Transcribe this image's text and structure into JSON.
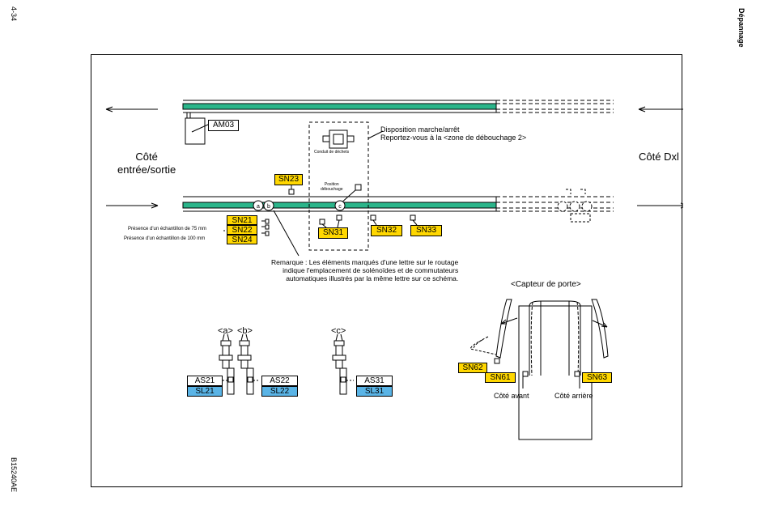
{
  "page": {
    "page_number": "4-34",
    "section": "Dépannage",
    "code": "B15240AE"
  },
  "diagram": {
    "side_left": [
      "Côté",
      "entrée/sortie"
    ],
    "side_right": "Côté Dxl",
    "labels": {
      "am03": "AM03",
      "sn23": "SN23",
      "sn21": "SN21",
      "sn22": "SN22",
      "sn24": "SN24",
      "sn31": "SN31",
      "sn32": "SN32",
      "sn33": "SN33",
      "marker_a": "a",
      "marker_b": "b",
      "marker_c": "c"
    },
    "onoff_title": "Disposition marche/arrêt",
    "onoff_ref": "Reportez-vous à la <zone de débouchage 2>",
    "duct": "Conduit de déchets",
    "clear_position": [
      "Position",
      "débouchage"
    ],
    "sample_75": "Présence d'un échantillon de 75 mm",
    "sample_100": "Présence d'un échantillon de 100 mm",
    "note": [
      "Remarque : Les éléments marqués d'une lettre sur le routage",
      "indique l'emplacement de solénoïdes et de commutateurs",
      "automatiques illustrés par la même lettre sur ce schéma."
    ],
    "details": {
      "a": "<a>",
      "b": "<b>",
      "c": "<c>",
      "as21": "AS21",
      "sl21": "SL21",
      "as22": "AS22",
      "sl22": "SL22",
      "as31": "AS31",
      "sl31": "SL31"
    },
    "door": {
      "title": "<Capteur de porte>",
      "sn62": "SN62",
      "sn61": "SN61",
      "sn63": "SN63",
      "front": "Côté avant",
      "rear": "Côté arrière"
    }
  },
  "colors": {
    "belt_green": "#2bb58a",
    "sensor_yellow": "#ffd700",
    "solenoid_blue": "#5ab4e6"
  }
}
